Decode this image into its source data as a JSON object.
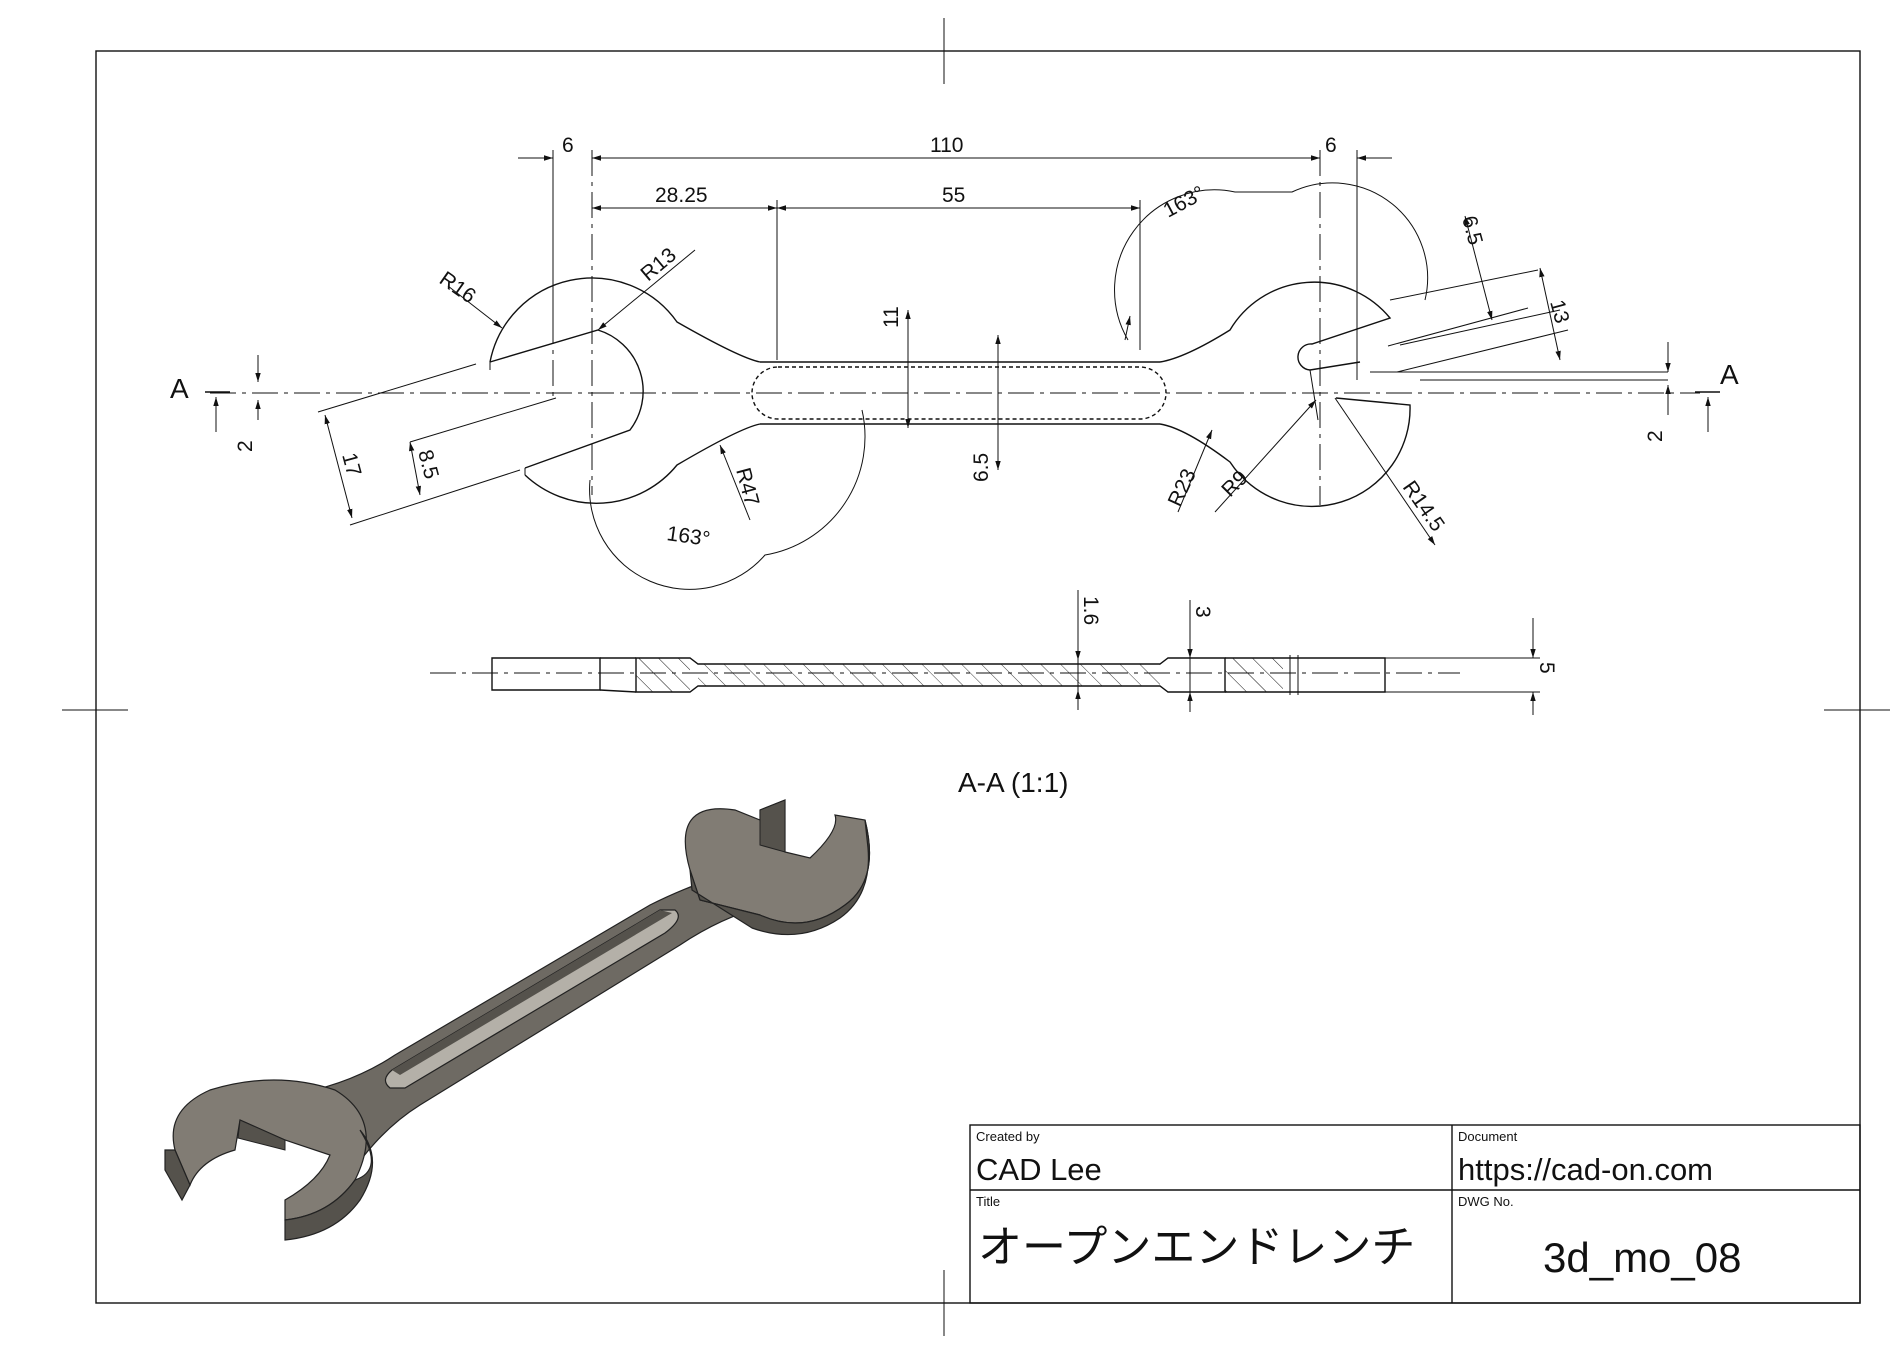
{
  "drawing": {
    "section_marker": "A",
    "section_label": "A-A (1:1)",
    "dimensions": {
      "top_left_6": "6",
      "top_110": "110",
      "top_right_6": "6",
      "d_28_25": "28.25",
      "d_55": "55",
      "angle_top": "163°",
      "angle_bottom": "163°",
      "r16": "R16",
      "r13": "R13",
      "d_11": "11",
      "d_2_left": "2",
      "d_17": "17",
      "d_8_5": "8.5",
      "r47": "R47",
      "d_6_5_mid": "6.5",
      "r23": "R23",
      "r9": "R9",
      "r14_5": "R14.5",
      "d_6_5_right": "6.5",
      "d_13": "13",
      "d_2_right": "2",
      "d_1_6": "1.6",
      "d_3": "3",
      "d_5": "5"
    }
  },
  "title_block": {
    "created_by_label": "Created by",
    "created_by": "CAD Lee",
    "document_label": "Document",
    "document": "https://cad-on.com",
    "title_label": "Title",
    "title": "オープンエンドレンチ",
    "dwg_no_label": "DWG No.",
    "dwg_no": "3d_mo_08"
  },
  "colors": {
    "line": "#111111",
    "wrench_dark": "#55524c",
    "wrench_mid": "#6e6a63",
    "wrench_face": "#817c74",
    "slot": "#b4b0a8"
  }
}
